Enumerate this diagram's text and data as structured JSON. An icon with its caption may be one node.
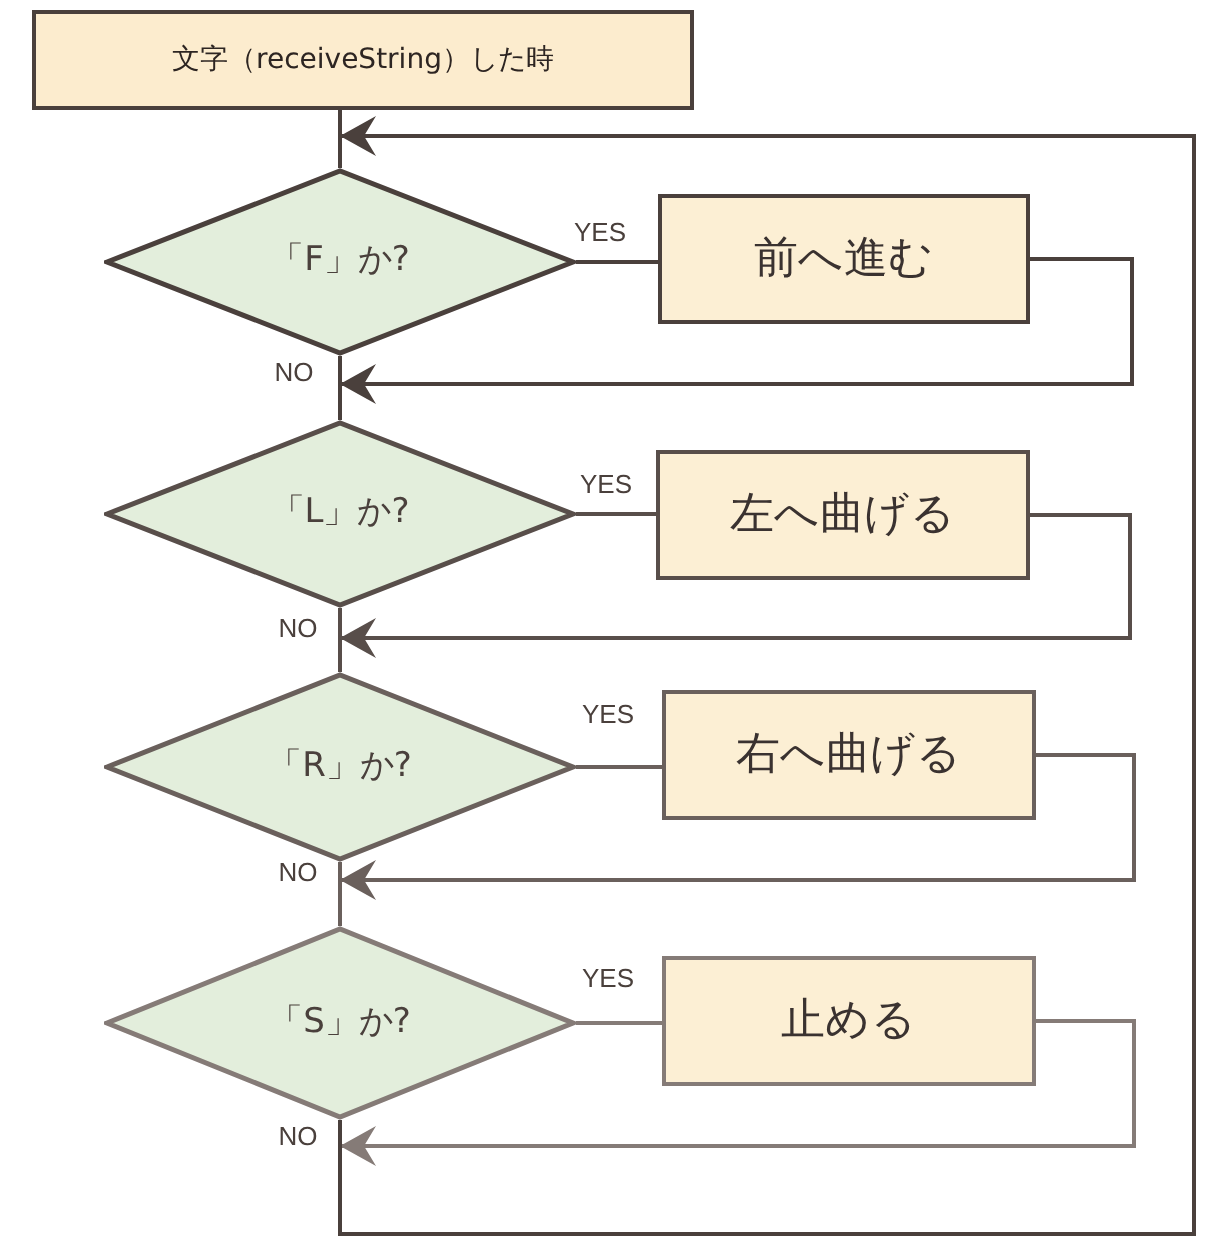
{
  "diagram": {
    "nodes": [
      {
        "text": [
          "文字（receiveString）した時"
        ]
      },
      {
        "text": [
          "「F」か?"
        ]
      },
      {
        "text": [
          "前へ進む"
        ]
      },
      {
        "text": [
          "「L」か?"
        ]
      },
      {
        "text": [
          "左へ曲げる"
        ]
      },
      {
        "text": [
          "「R」か?"
        ]
      },
      {
        "text": [
          "右へ曲げる"
        ]
      },
      {
        "text": [
          "「S」か?"
        ]
      },
      {
        "text": [
          "止める"
        ]
      }
    ],
    "edges": [
      {
        "from": 0,
        "to": 1,
        "arrow": "none"
      },
      {
        "from": 1,
        "to": 2,
        "arrow": "none",
        "label": "YES"
      },
      {
        "from": 2,
        "to": 3,
        "arrow": "to"
      },
      {
        "from": 1,
        "to": 3,
        "arrow": "none",
        "label": "NO"
      },
      {
        "from": 3,
        "to": 4,
        "arrow": "none",
        "label": "YES"
      },
      {
        "from": 4,
        "to": 5,
        "arrow": "to"
      },
      {
        "from": 3,
        "to": 5,
        "arrow": "none",
        "label": "NO"
      },
      {
        "from": 5,
        "to": 6,
        "arrow": "none",
        "label": "YES"
      },
      {
        "from": 6,
        "to": 7,
        "arrow": "to"
      },
      {
        "from": 5,
        "to": 7,
        "arrow": "none",
        "label": "NO"
      },
      {
        "from": 7,
        "to": 8,
        "arrow": "none",
        "label": "YES"
      },
      {
        "from": 8,
        "to": 1,
        "arrow": "to"
      },
      {
        "from": 7,
        "to": 1,
        "arrow": "to",
        "label": "NO"
      }
    ]
  }
}
